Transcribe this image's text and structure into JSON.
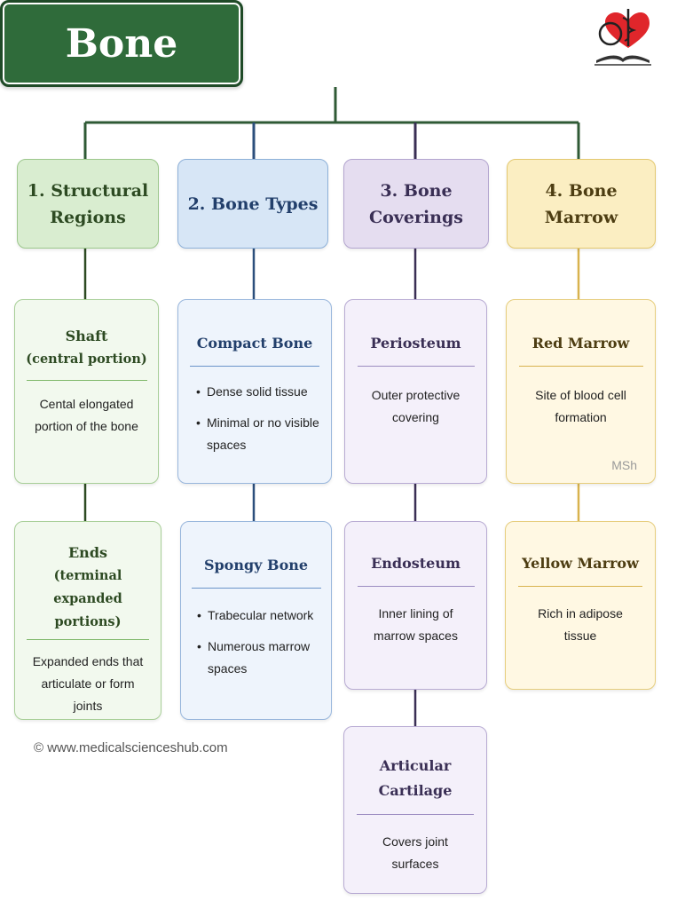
{
  "title": "Bone",
  "categories": [
    {
      "label": "1. Structural Regions"
    },
    {
      "label": "2. Bone Types"
    },
    {
      "label": "3. Bone Coverings"
    },
    {
      "label": "4. Bone Marrow"
    }
  ],
  "structural": {
    "shaft": {
      "title": "Shaft",
      "subtitle": "(central portion)",
      "description": "Cental elongated portion of the bone"
    },
    "ends": {
      "title": "Ends",
      "subtitle": "(terminal expanded portions)",
      "description": "Expanded ends that articulate or form joints"
    }
  },
  "bone_types": {
    "compact": {
      "title": "Compact Bone",
      "bullets": [
        "Dense solid tissue",
        "Minimal or no visible spaces"
      ]
    },
    "spongy": {
      "title": "Spongy Bone",
      "bullets": [
        "Trabecular network",
        "Numerous marrow spaces"
      ]
    }
  },
  "coverings": {
    "periosteum": {
      "title": "Periosteum",
      "description": "Outer protective covering"
    },
    "endosteum": {
      "title": "Endosteum",
      "description": "Inner lining of marrow spaces"
    },
    "articular": {
      "title": "Articular Cartilage",
      "description": "Covers joint surfaces"
    }
  },
  "marrow": {
    "red": {
      "title": "Red Marrow",
      "description": "Site of blood cell formation",
      "watermark": "MSh"
    },
    "yellow": {
      "title": "Yellow Marrow",
      "description": "Rich in adipose tissue"
    }
  },
  "footer": {
    "copyright": "© www.medicalscienceshub.com"
  },
  "colors": {
    "root": "#2f6b3a",
    "green": "#2d4a22",
    "blue": "#2c4f7c",
    "purple": "#3a2f55",
    "yellow": "#d8b34e",
    "logo_heart": "#e0262b"
  }
}
